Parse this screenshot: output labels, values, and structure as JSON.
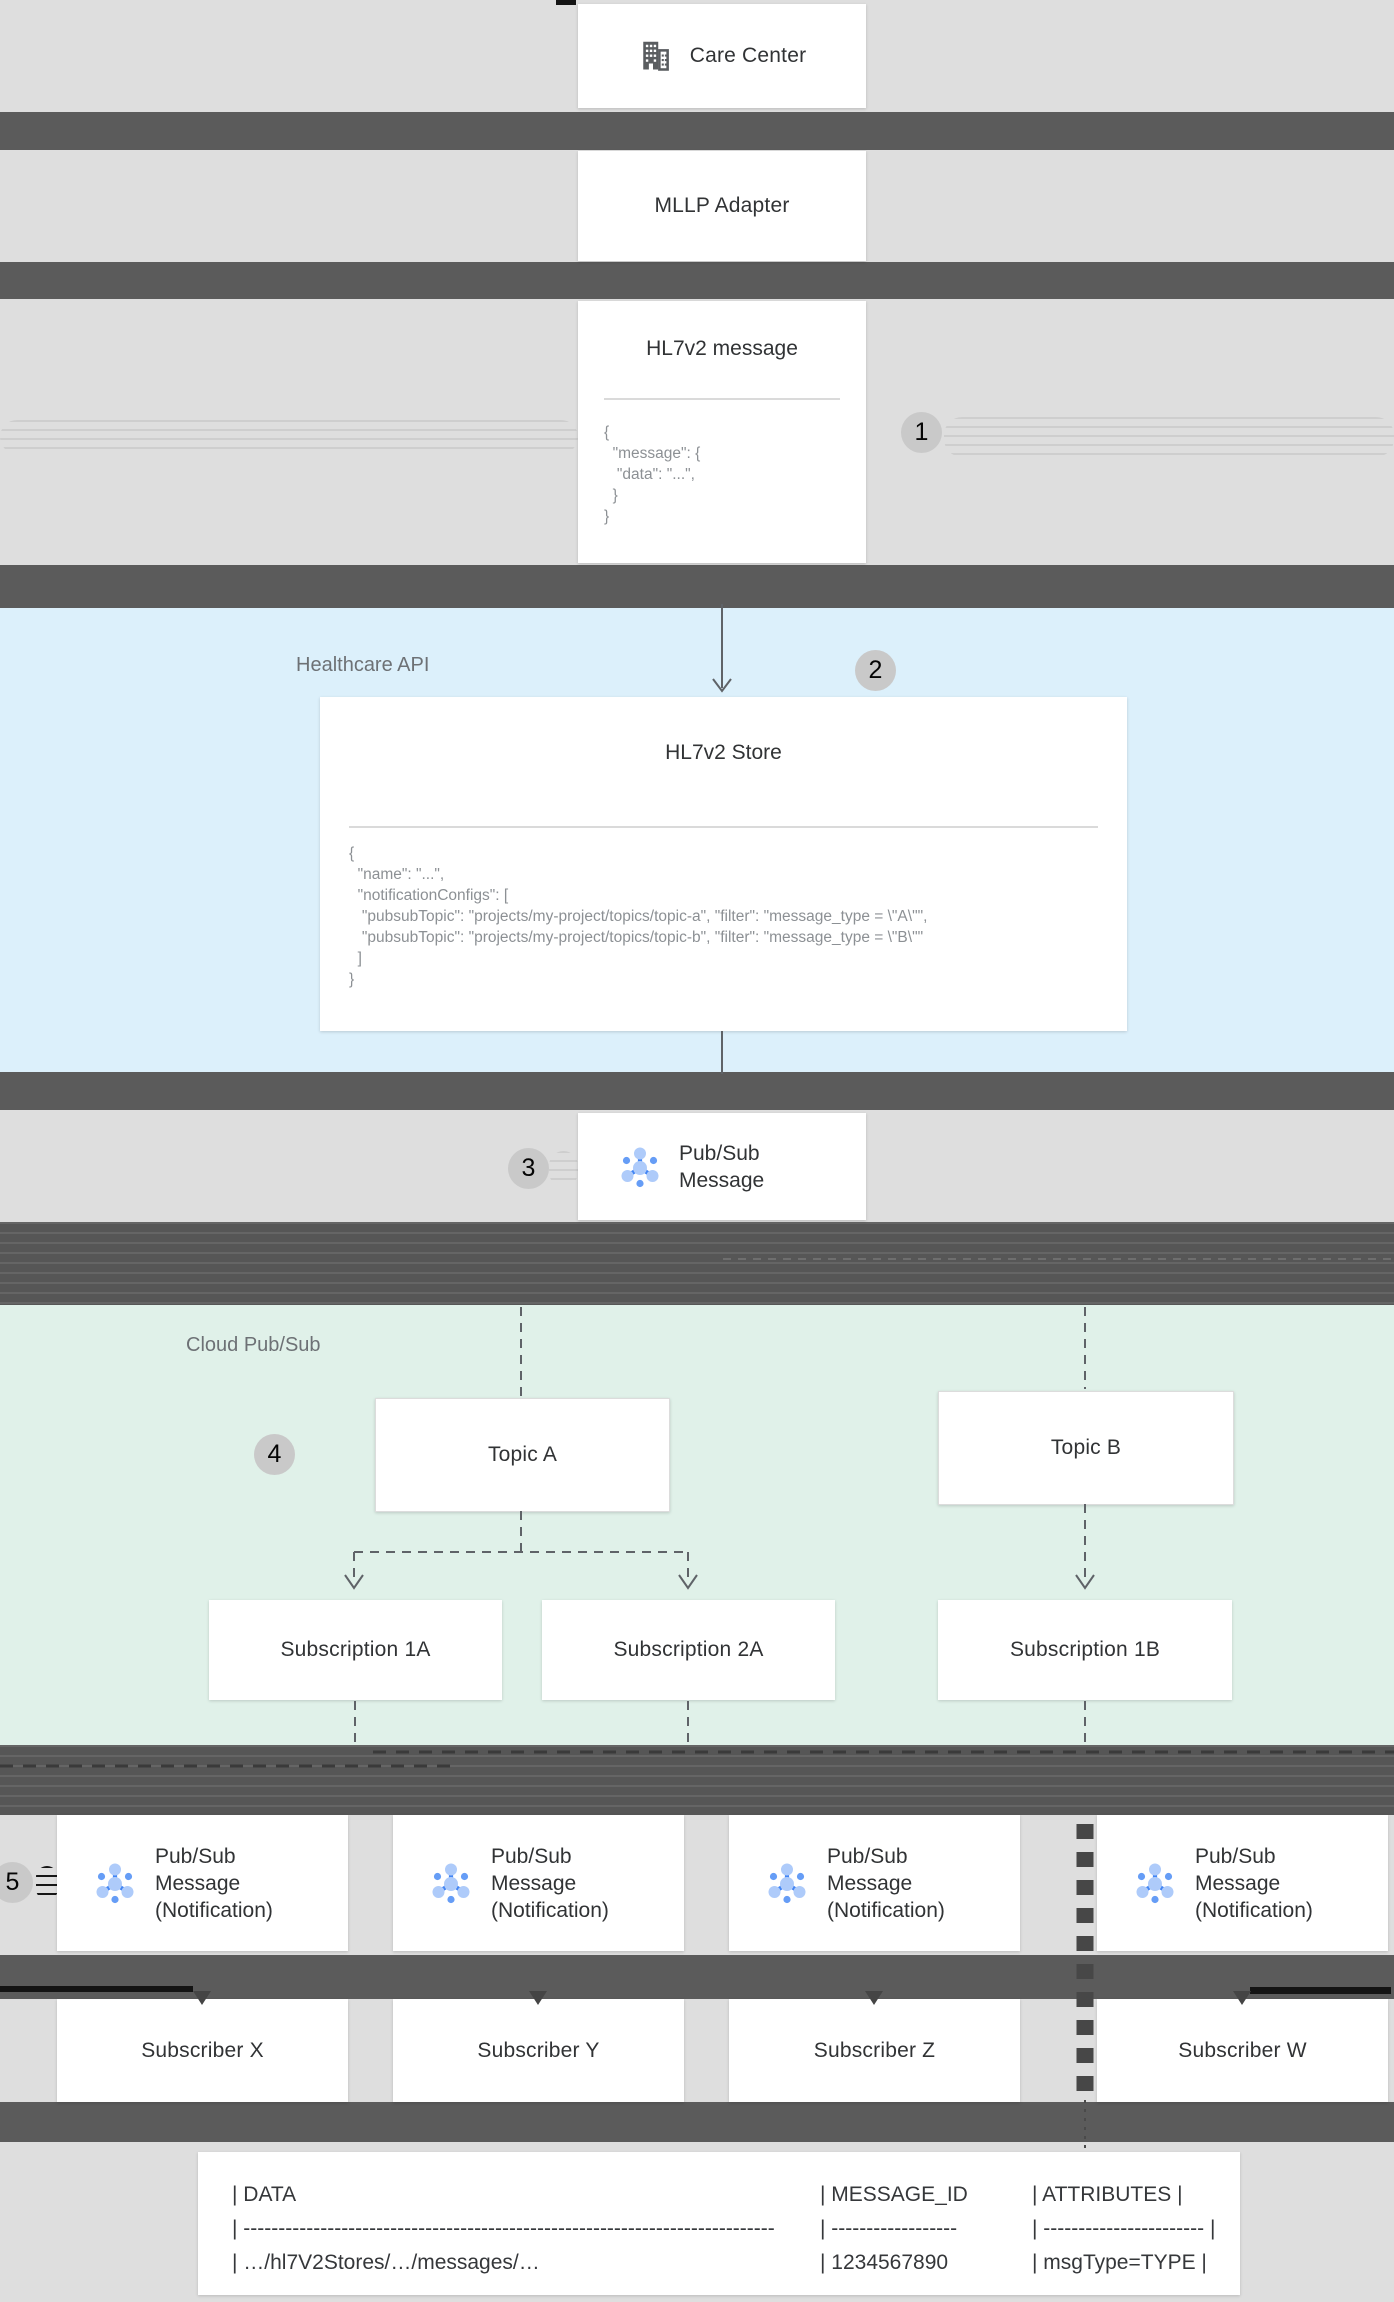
{
  "labels": {
    "healthcare_api": "Healthcare API",
    "cloud_pubsub": "Cloud Pub/Sub"
  },
  "steps": {
    "s1": "1",
    "s2": "2",
    "s3": "3",
    "s4": "4",
    "s5": "5"
  },
  "care_center": {
    "label": "Care Center"
  },
  "mllp": {
    "label": "MLLP Adapter"
  },
  "hl7v2_message": {
    "title": "HL7v2 message",
    "code": [
      "{",
      "  \"message\": {",
      "   \"data\": \"...\",",
      "  }",
      "}"
    ]
  },
  "hl7v2_store": {
    "title": "HL7v2 Store",
    "code": [
      "{",
      "  \"name\": \"...\",",
      "  \"notificationConfigs\": [",
      "   \"pubsubTopic\": \"projects/my-project/topics/topic-a\", \"filter\": \"message_type = \\\"A\\\"\",",
      "   \"pubsubTopic\": \"projects/my-project/topics/topic-b\", \"filter\": \"message_type = \\\"B\\\"\"",
      "  ]",
      "}"
    ]
  },
  "pubsub_message": {
    "line1": "Pub/Sub",
    "line2": "Message"
  },
  "topics": {
    "a": "Topic A",
    "b": "Topic B"
  },
  "subscriptions": {
    "s1a": "Subscription 1A",
    "s2a": "Subscription 2A",
    "s1b": "Subscription 1B"
  },
  "notification_box": {
    "line1": "Pub/Sub",
    "line2": "Message",
    "line3": "(Notification)"
  },
  "subscribers": [
    "Subscriber X",
    "Subscriber Y",
    "Subscriber Z",
    "Subscriber W"
  ],
  "table": {
    "r1c1": "| DATA",
    "r1c2": "| MESSAGE_ID",
    "r1c3": "| ATTRIBUTES |",
    "r2c1": "| ----------------------------------------------------------------------------",
    "r2c2": "| ------------------",
    "r2c3": "| ----------------------- |",
    "r3c1": "| …/hl7V2Stores/…/messages/…",
    "r3c2": "| 1234567890",
    "r3c3": "| msgType=TYPE |"
  },
  "colors": {
    "background": "#dedede",
    "dark_band": "#5b5b5b",
    "healthcare_api_region": "#dcf0fb",
    "cloud_pubsub_region": "#e0f1e9",
    "step_circle": "#c9c9c9",
    "code_text": "#8c9094",
    "pubsub_icon_light_blue": "#aecbfa",
    "pubsub_icon_blue": "#4285f4",
    "pubsub_icon_mid_blue": "#669df6",
    "building_icon_gray": "#5a5d60"
  }
}
